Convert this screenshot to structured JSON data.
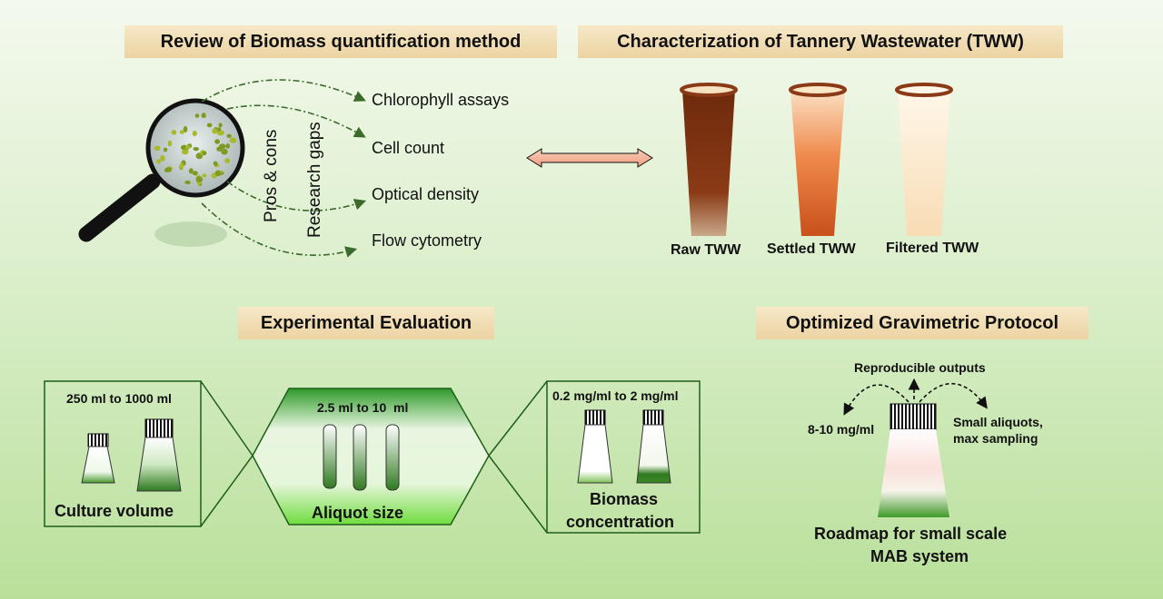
{
  "sections": {
    "review": {
      "title": "Review of Biomass quantification method",
      "pros_label": "Pros & cons",
      "gaps_label": "Research gaps",
      "methods": [
        "Chlorophyll assays",
        "Cell count",
        "Optical density",
        "Flow cytometry"
      ]
    },
    "characterization": {
      "title": "Characterization of Tannery Wastewater (TWW)",
      "samples": [
        "Raw TWW",
        "Settled TWW",
        "Filtered TWW"
      ]
    },
    "experimental": {
      "title": "Experimental Evaluation",
      "culture": {
        "range": "250 ml to 1000 ml",
        "label": "Culture volume"
      },
      "aliquot": {
        "range": "2.5 ml to 10  ml",
        "label": "Aliquot size"
      },
      "biomass": {
        "range": "0.2 mg/ml to 2 mg/ml",
        "label_line1": "Biomass",
        "label_line2": "concentration"
      }
    },
    "optimized": {
      "title": "Optimized Gravimetric Protocol",
      "top_label": "Reproducible outputs",
      "left_label": "8-10 mg/ml",
      "right_label_line1": "Small aliquots,",
      "right_label_line2": "max sampling",
      "caption_line1": "Roadmap for small scale",
      "caption_line2": "MAB system"
    }
  },
  "colors": {
    "banner": "#ecd3a2",
    "arrow_dash": "#3c6a2c",
    "algae_green": "#2e8b22",
    "raw_tww": "#7a2e0e",
    "settled_tww": "#d8642a",
    "filtered_tww": "#fbe6c6",
    "double_arrow": "#f2b49a"
  }
}
